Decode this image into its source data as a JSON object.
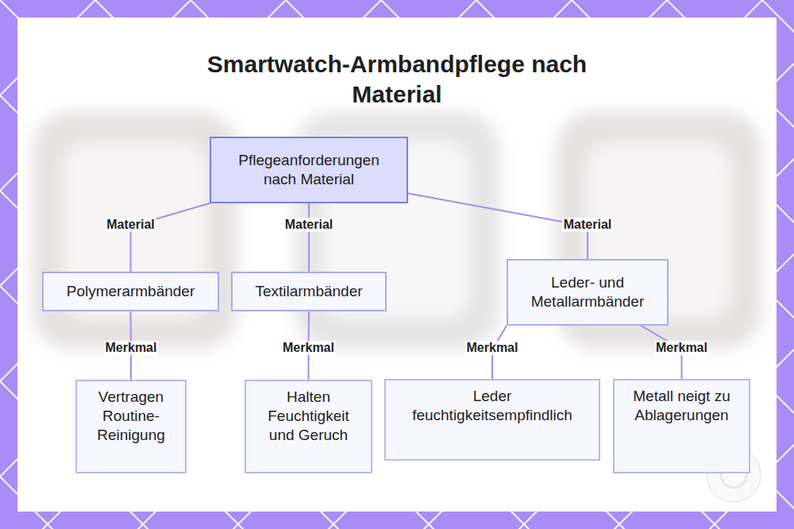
{
  "diagram": {
    "title": "Smartwatch-Armbandpflege nach Material",
    "nodes": [
      {
        "text": [
          "Pflegeanforderungen nach Material"
        ]
      },
      {
        "text": [
          "Polymerarmbänder"
        ]
      },
      {
        "text": [
          "Textilarmbänder"
        ]
      },
      {
        "text": [
          "Leder- und Metallarmbänder"
        ]
      },
      {
        "text": [
          "Vertragen Routine-Reinigung"
        ]
      },
      {
        "text": [
          "Halten Feuchtigkeit und Geruch"
        ]
      },
      {
        "text": [
          "Leder feuchtigkeitsempfindlich"
        ]
      },
      {
        "text": [
          "Metall neigt zu Ablagerungen"
        ]
      }
    ],
    "edges": [
      {
        "from": 0,
        "to": 1,
        "label": "Material",
        "arrow": "none"
      },
      {
        "from": 0,
        "to": 2,
        "label": "Material",
        "arrow": "none"
      },
      {
        "from": 0,
        "to": 3,
        "label": "Material",
        "arrow": "none"
      },
      {
        "from": 1,
        "to": 4,
        "label": "Merkmal",
        "arrow": "none"
      },
      {
        "from": 2,
        "to": 5,
        "label": "Merkmal",
        "arrow": "none"
      },
      {
        "from": 3,
        "to": 6,
        "label": "Merkmal",
        "arrow": "none"
      },
      {
        "from": 3,
        "to": 7,
        "label": "Merkmal",
        "arrow": "none"
      }
    ]
  }
}
